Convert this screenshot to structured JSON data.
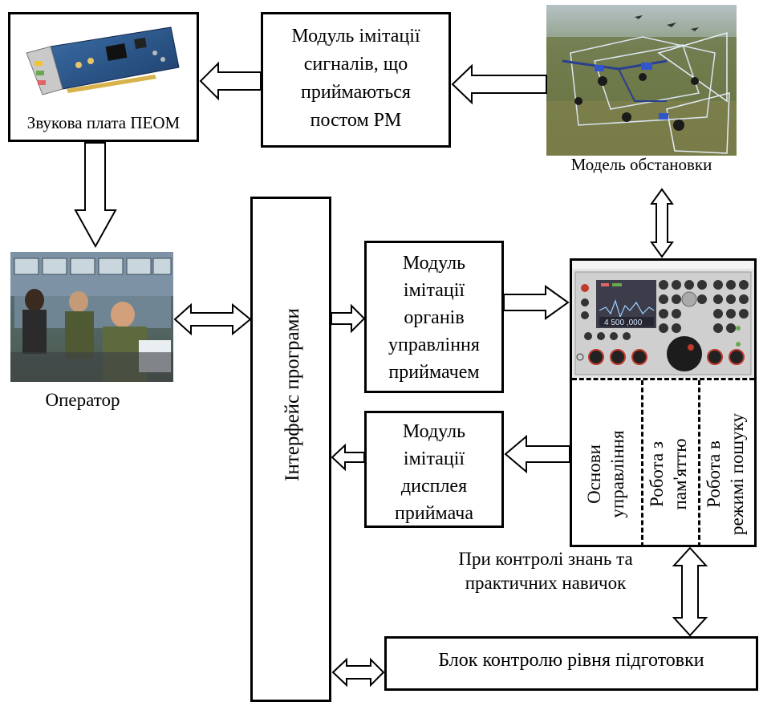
{
  "sound_card": {
    "label": "Звукова плата ПЕОМ"
  },
  "signal_module": {
    "lines": [
      "Модуль імітації",
      "сигналів, що",
      "приймаються",
      "постом РМ"
    ]
  },
  "situation_model": {
    "label": "Модель обстановки"
  },
  "operator": {
    "label": "Оператор"
  },
  "program_interface": {
    "label": "Інтерфейс програми"
  },
  "receiver_controls_module": {
    "lines": [
      "Модуль",
      "імітації",
      "органів",
      "управління",
      "приймачем"
    ]
  },
  "receiver_display_module": {
    "lines": [
      "Модуль",
      "імітації",
      "дисплея",
      "приймача"
    ]
  },
  "receiver_panel": {
    "display_readout": "4 500 ,000",
    "sections": [
      {
        "lines": [
          "Основи",
          "управління"
        ]
      },
      {
        "lines": [
          "Робота з",
          "пам'яттю"
        ]
      },
      {
        "lines": [
          "Робота в",
          "режимі пошуку"
        ]
      }
    ]
  },
  "knowledge_check_note": {
    "lines": [
      "При контролі знань та",
      "практичних навичок"
    ]
  },
  "training_control_block": {
    "label": "Блок контролю рівня підготовки"
  }
}
